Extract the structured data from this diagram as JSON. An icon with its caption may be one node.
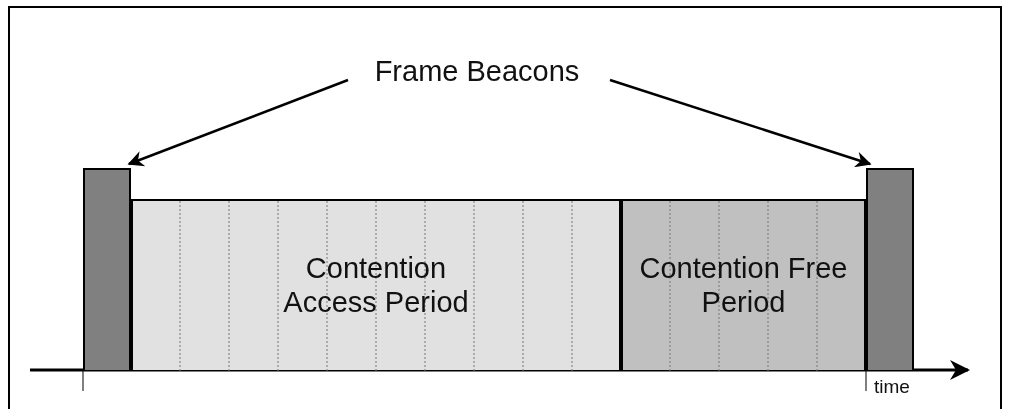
{
  "diagram": {
    "nodes": [
      {
        "text": [
          "Frame Beacons"
        ]
      },
      {
        "text": [],
        "shape": "bar"
      },
      {
        "text": [
          "Contention Access Period"
        ]
      },
      {
        "text": [
          "Contention Free Period"
        ]
      },
      {
        "text": [],
        "shape": "bar"
      }
    ],
    "edges": [
      {
        "from": 0,
        "to": 1,
        "arrow": "to"
      },
      {
        "from": 0,
        "to": 4,
        "arrow": "to"
      }
    ],
    "labels": [
      "time"
    ]
  }
}
